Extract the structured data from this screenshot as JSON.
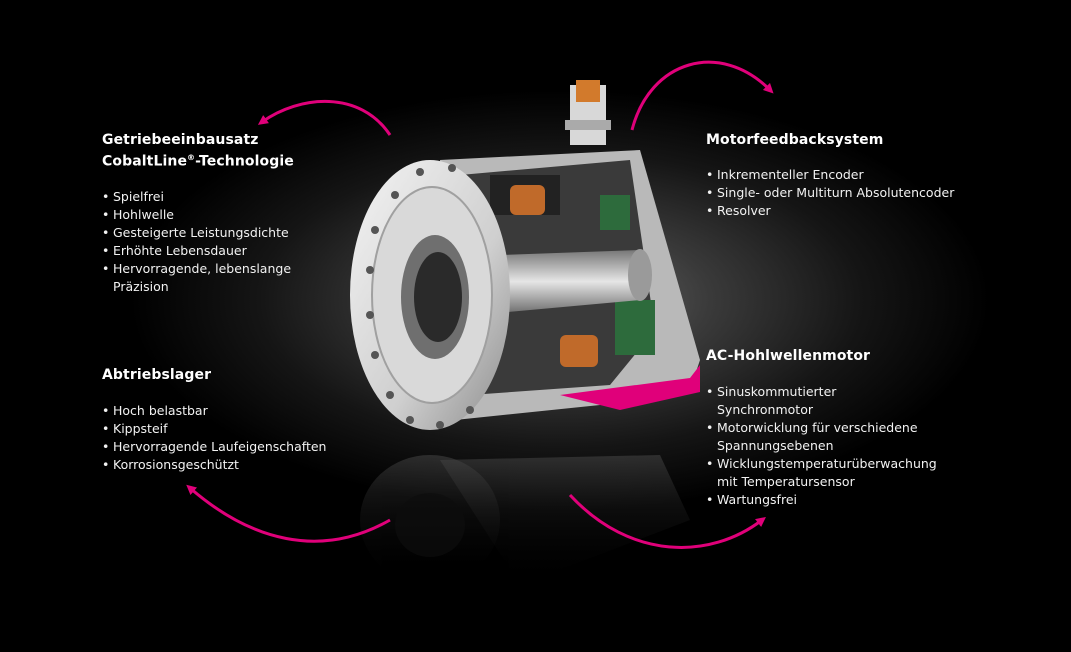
{
  "blocks": {
    "getriebe": {
      "title_line1": "Getriebeeinbausatz",
      "title_line2_pre": "CobaltLine",
      "title_line2_sup": "®",
      "title_line2_post": "-Technologie",
      "items": [
        "Spielfrei",
        "Hohlwelle",
        "Gesteigerte Leistungsdichte",
        "Erhöhte Lebensdauer",
        "Hervorragende, lebenslange Präzision"
      ]
    },
    "abtrieb": {
      "title": "Abtriebslager",
      "items": [
        "Hoch belastbar",
        "Kippsteif",
        "Hervorragende Laufeigenschaften",
        "Korrosionsgeschützt"
      ]
    },
    "feedback": {
      "title": "Motorfeedbacksystem",
      "items": [
        "Inkrementeller Encoder",
        "Single- oder Multiturn Absolutencoder",
        "Resolver"
      ]
    },
    "motor": {
      "title": "AC-Hohlwellenmotor",
      "items": [
        "Sinuskommutierter Synchronmotor",
        "Motorwicklung für verschiedene Spannungsebenen",
        "Wicklungstemperaturüberwachung mit Temperatursensor",
        "Wartungsfrei"
      ]
    }
  },
  "colors": {
    "accent": "#e0007a",
    "text": "#ffffff",
    "background": "#000000"
  }
}
